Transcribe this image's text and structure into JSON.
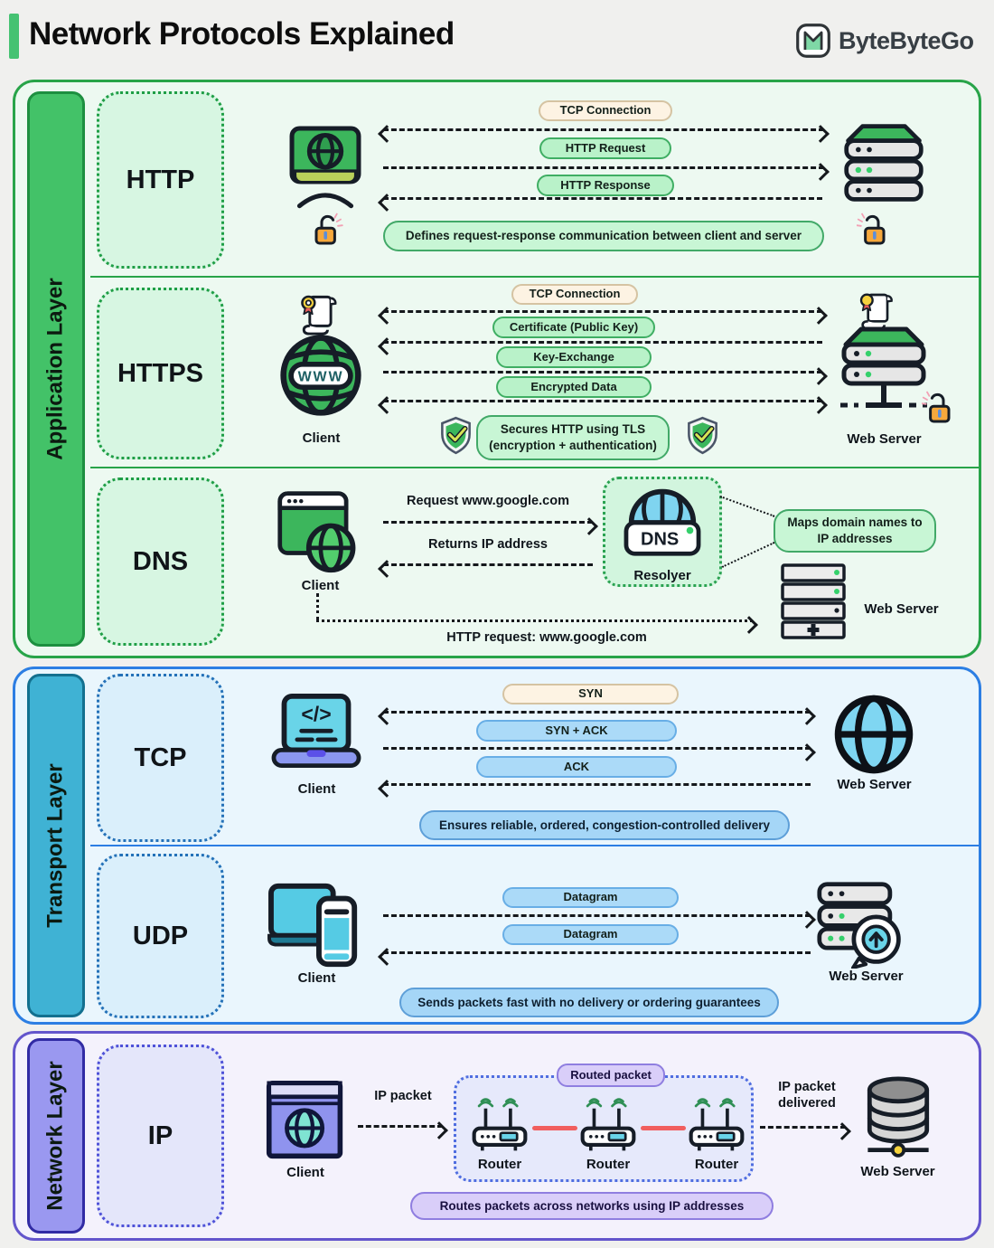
{
  "header": {
    "title": "Network Protocols Explained",
    "brand": "ByteByteGo",
    "accent_color": "#45c272"
  },
  "palette": {
    "app_green": "#28a449",
    "transport_blue": "#2c7ee3",
    "network_purple": "#6355cc",
    "pill_cream": "#fdf3e3",
    "pill_green": "#b9f2c9",
    "pill_blue": "#abdaf8",
    "pill_purple": "#d9cef9",
    "router_link_red": "#f15e5e"
  },
  "app": {
    "layer_label": "Application Layer",
    "http": {
      "name": "HTTP",
      "arrows": [
        {
          "label": "TCP Connection"
        },
        {
          "label": "HTTP Request"
        },
        {
          "label": "HTTP Response"
        }
      ],
      "description": "Defines request-response communication between client and server"
    },
    "https": {
      "name": "HTTPS",
      "client_label": "Client",
      "globe_text": "WWW",
      "arrows": [
        {
          "label": "TCP Connection"
        },
        {
          "label": "Certificate (Public Key)"
        },
        {
          "label": "Key-Exchange"
        },
        {
          "label": "Encrypted Data"
        }
      ],
      "description_line1": "Secures HTTP using TLS",
      "description_line2": "(encryption + authentication)",
      "server_label": "Web Server"
    },
    "dns": {
      "name": "DNS",
      "client_label": "Client",
      "request_label": "Request www.google.com",
      "return_label": "Returns IP address",
      "resolver_text": "DNS",
      "resolver_label": "Resolyer",
      "maps_line1": "Maps domain names to",
      "maps_line2": "IP addresses",
      "server_label": "Web Server",
      "http_request_label": "HTTP request: www.google.com"
    }
  },
  "transport": {
    "layer_label": "Transport Layer",
    "tcp": {
      "name": "TCP",
      "client_label": "Client",
      "server_label": "Web Server",
      "code_glyph": "</>",
      "arrows": [
        {
          "label": "SYN"
        },
        {
          "label": "SYN + ACK"
        },
        {
          "label": "ACK"
        }
      ],
      "description": "Ensures reliable, ordered, congestion-controlled delivery"
    },
    "udp": {
      "name": "UDP",
      "client_label": "Client",
      "server_label": "Web Server",
      "arrows": [
        {
          "label": "Datagram"
        },
        {
          "label": "Datagram"
        }
      ],
      "description": "Sends packets fast with no delivery or ordering guarantees"
    }
  },
  "network": {
    "layer_label": "Network Layer",
    "ip": {
      "name": "IP",
      "client_label": "Client",
      "packet_label": "IP packet",
      "routed_label": "Routed packet",
      "routers": [
        {
          "label": "Router"
        },
        {
          "label": "Router"
        },
        {
          "label": "Router"
        }
      ],
      "delivered_line1": "IP packet",
      "delivered_line2": "delivered",
      "server_label": "Web Server",
      "description": "Routes packets across networks using IP addresses"
    }
  }
}
